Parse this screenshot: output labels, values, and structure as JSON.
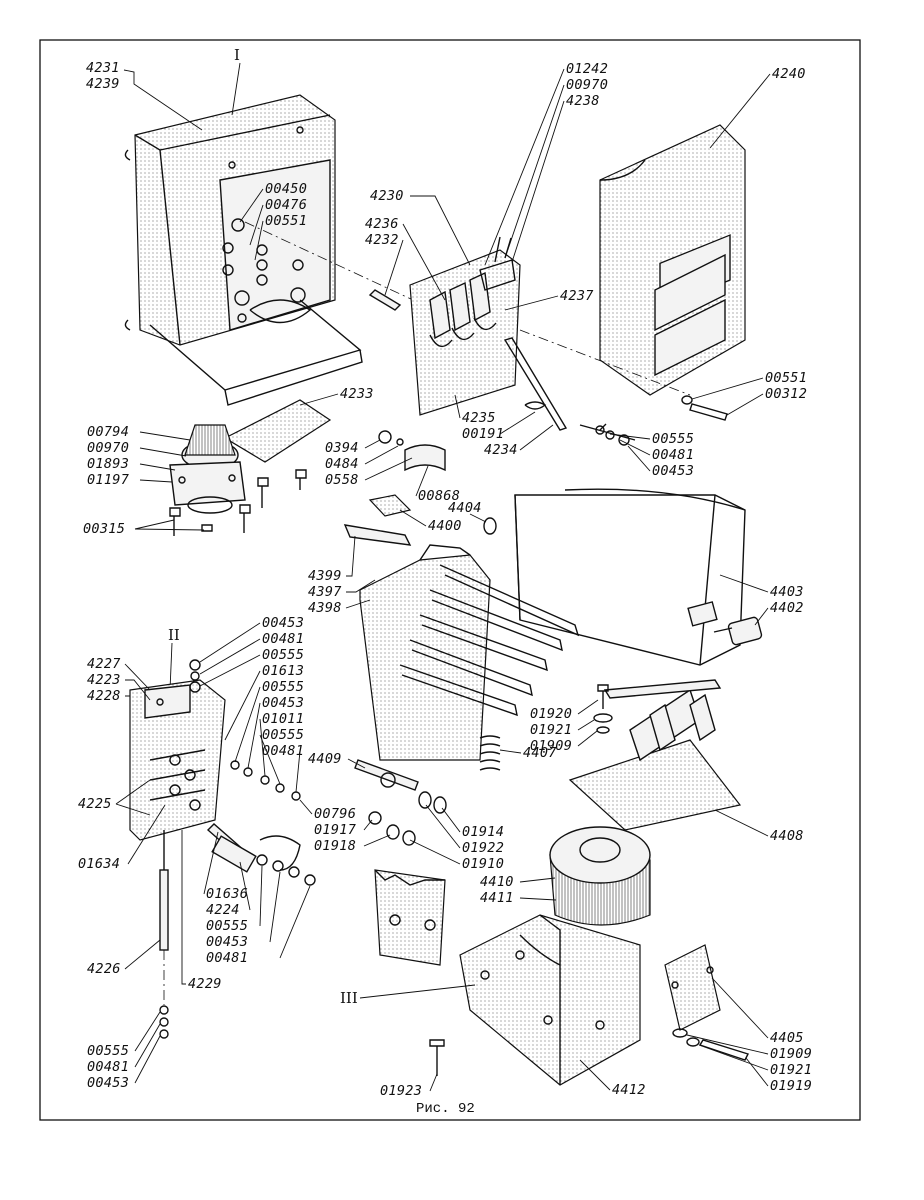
{
  "figure": {
    "caption": "Рис. 92",
    "group_markers": [
      "I",
      "II",
      "III"
    ]
  },
  "labels": {
    "l4231": "4231",
    "l4239": "4239",
    "l4240": "4240",
    "l01242": "01242",
    "l00970a": "00970",
    "l4238": "4238",
    "l00450": "00450",
    "l00476": "00476",
    "l00551a": "00551",
    "l4230": "4230",
    "l4236": "4236",
    "l4232": "4232",
    "l4237": "4237",
    "l4233": "4233",
    "l00794": "00794",
    "l00970b": "00970",
    "l01893": "01893",
    "l01197": "01197",
    "l00315": "00315",
    "l0394": "0394",
    "l0484": "0484",
    "l0558": "0558",
    "l4235": "4235",
    "l00191": "00191",
    "l4234": "4234",
    "l00555a": "00555",
    "l00481a": "00481",
    "l00453a": "00453",
    "l00551b": "00551",
    "l00312": "00312",
    "l00868": "00868",
    "l4404": "4404",
    "l4400": "4400",
    "l4399": "4399",
    "l4397": "4397",
    "l4398": "4398",
    "l4403": "4403",
    "l4402": "4402",
    "l00453b": "00453",
    "l00481b": "00481",
    "l00555b": "00555",
    "l01613": "01613",
    "l00555c": "00555",
    "l00453c": "00453",
    "l01011": "01011",
    "l00555d": "00555",
    "l00481c": "00481",
    "l4227": "4227",
    "l4223": "4223",
    "l4228": "4228",
    "l01920": "01920",
    "l01921a": "01921",
    "l01909a": "01909",
    "l4409": "4409",
    "l4407": "4407",
    "l4225": "4225",
    "l01634": "01634",
    "l00796": "00796",
    "l01917": "01917",
    "l01918": "01918",
    "l01914": "01914",
    "l01922": "01922",
    "l01910": "01910",
    "l4408": "4408",
    "l01636": "01636",
    "l4224": "4224",
    "l00555e": "00555",
    "l00453d": "00453",
    "l00481d": "00481",
    "l4410": "4410",
    "l4411": "4411",
    "l4226": "4226",
    "l4229": "4229",
    "l4405": "4405",
    "l01909b": "01909",
    "l01921b": "01921",
    "l01919": "01919",
    "l00555f": "00555",
    "l00481e": "00481",
    "l00453e": "00453",
    "l01923": "01923",
    "l4412": "4412"
  }
}
